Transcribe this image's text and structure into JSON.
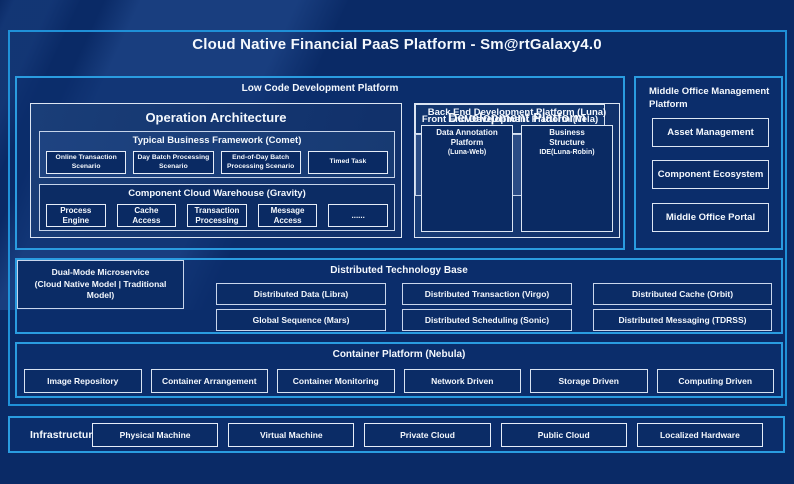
{
  "title": "Cloud Native Financial PaaS Platform - Sm@rtGalaxy4.0",
  "colors": {
    "background": "#0a2a66",
    "frame_accent": "#1f90d8",
    "section_accent": "#2a9ce0",
    "light_border": "#e6edf8",
    "box_fill": "#0b2c66",
    "text": "#ffffff"
  },
  "low_code": {
    "label": "Low Code Development Platform",
    "operation_architecture": {
      "title": "Operation Architecture",
      "typical_business": {
        "label": "Typical Business Framework (Comet)",
        "items": [
          "Online Transaction Scenario",
          "Day Batch Processing Scenario",
          "End-of-Day Batch Processing Scenario",
          "Timed Task"
        ]
      },
      "component_warehouse": {
        "label": "Component Cloud Warehouse (Gravity)",
        "items": [
          "Process Engine",
          "Cache Access",
          "Transaction Processing",
          "Message Access",
          "......"
        ]
      }
    },
    "development_platform": {
      "title": "Development Platform",
      "front_end_label": "Front End Development Platform (Vela)",
      "back_end": {
        "label": "Back End Development Platform (Luna)",
        "items": [
          {
            "name": "Data Annotation Platform",
            "code": "(Luna-Web)"
          },
          {
            "name": "Business Structure",
            "code": "IDE(Luna-Robin)"
          }
        ]
      }
    }
  },
  "middle_office": {
    "label": "Middle Office Management Platform",
    "items": [
      "Asset Management",
      "Component Ecosystem",
      "Middle Office Portal"
    ]
  },
  "distributed": {
    "label": "Distributed Technology Base",
    "dual_mode": {
      "line1": "Dual-Mode Microservice",
      "line2": "(Cloud Native Model | Traditional Model)"
    },
    "rows": [
      [
        "Distributed Data (Libra)",
        "Distributed Transaction (Virgo)",
        "Distributed Cache (Orbit)"
      ],
      [
        "Global Sequence (Mars)",
        "Distributed Scheduling (Sonic)",
        "Distributed Messaging (TDRSS)"
      ]
    ]
  },
  "container_platform": {
    "label": "Container Platform (Nebula)",
    "items": [
      "Image Repository",
      "Container Arrangement",
      "Container Monitoring",
      "Network Driven",
      "Storage Driven",
      "Computing Driven"
    ]
  },
  "infrastructure": {
    "label": "Infrastructure",
    "items": [
      "Physical Machine",
      "Virtual Machine",
      "Private Cloud",
      "Public Cloud",
      "Localized Hardware"
    ]
  }
}
